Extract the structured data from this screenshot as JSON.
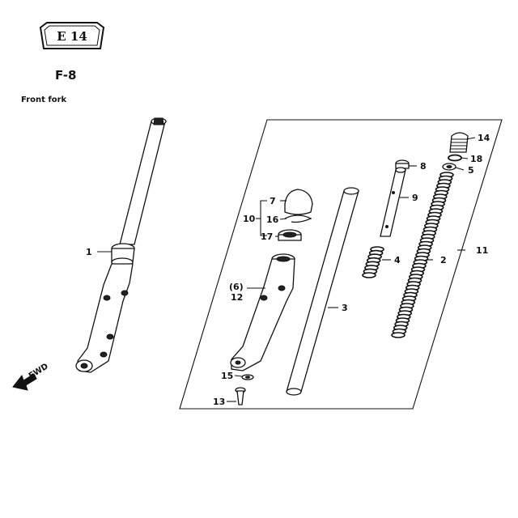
{
  "header": {
    "badge": "E 14",
    "section": "F-8",
    "caption": "Front fork"
  },
  "direction_label": "FWD",
  "callouts": {
    "p1": "1",
    "p2": "2",
    "p3": "3",
    "p4": "4",
    "p5": "5",
    "p6": "(6)",
    "p7": "7",
    "p8": "8",
    "p9": "9",
    "p10": "10",
    "p11": "11",
    "p12": "12",
    "p13": "13",
    "p14": "14",
    "p15": "15",
    "p16": "16",
    "p17": "17",
    "p18": "18"
  }
}
